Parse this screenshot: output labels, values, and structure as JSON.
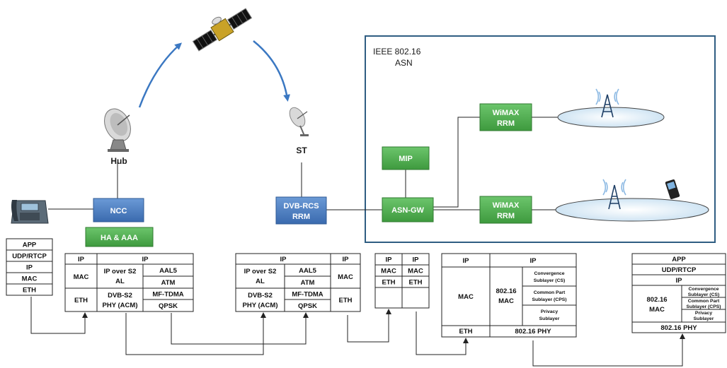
{
  "asn_box": {
    "line1": "IEEE 802.16",
    "line2": "ASN"
  },
  "labels": {
    "hub": "Hub",
    "st": "ST"
  },
  "nodes": {
    "ncc": "NCC",
    "ha_aaa": "HA & AAA",
    "dvb_rcs_1": "DVB-RCS",
    "dvb_rcs_2": "RRM",
    "mip": "MIP",
    "asn_gw": "ASN-GW",
    "wimax_top_1": "WiMAX",
    "wimax_top_2": "RRM",
    "wimax_bot_1": "WiMAX",
    "wimax_bot_2": "RRM"
  },
  "stack_client": [
    "APP",
    "UDP/RTCP",
    "IP",
    "MAC",
    "ETH"
  ],
  "stack_hub": {
    "ip_left": "IP",
    "ip_right": "IP",
    "mac": "MAC",
    "eth": "ETH",
    "ipover_1": "IP over S2",
    "ipover_2": "AL",
    "dvbs2_1": "DVB-S2",
    "dvbs2_2": "PHY (ACM)",
    "aal5": "AAL5",
    "atm": "ATM",
    "mftdma": "MF-TDMA",
    "qpsk": "QPSK"
  },
  "stack_st": {
    "ip_left": "IP",
    "ip_right": "IP",
    "ipover_1": "IP over S2",
    "ipover_2": "AL",
    "dvbs2_1": "DVB-S2",
    "dvbs2_2": "PHY (ACM)",
    "aal5": "AAL5",
    "atm": "ATM",
    "mftdma": "MF-TDMA",
    "qpsk": "QPSK",
    "mac": "MAC",
    "eth": "ETH"
  },
  "stack_bridge": {
    "ip_1": "IP",
    "ip_2": "IP",
    "mac_1": "MAC",
    "mac_2": "MAC",
    "eth_1": "ETH",
    "eth_2": "ETH"
  },
  "stack_bs": {
    "ip_left": "IP",
    "ip_right": "IP",
    "mac": "MAC",
    "eth": "ETH",
    "mac80216_1": "802.16",
    "mac80216_2": "MAC",
    "cs_1": "Convergence",
    "cs_2": "Sublayer (CS)",
    "cps_1": "Common Part",
    "cps_2": "Sublayer (CPS)",
    "priv_1": "Privacy",
    "priv_2": "Sublayer",
    "phy": "802.16 PHY"
  },
  "stack_ms": {
    "app": "APP",
    "udp": "UDP/RTCP",
    "ip": "IP",
    "mac80216_1": "802.16",
    "mac80216_2": "MAC",
    "cs_1": "Convergence",
    "cs_2": "Sublayer (CS)",
    "cps_1": "Common Part",
    "cps_2": "Sublayer (CPS)",
    "priv_1": "Privacy",
    "priv_2": "Sublayer",
    "phy": "802.16 PHY"
  },
  "colors": {
    "green": "#4cae4c",
    "blue": "#4a7fc1",
    "arrow": "#3b78c2",
    "frame": "#2f5d82"
  }
}
